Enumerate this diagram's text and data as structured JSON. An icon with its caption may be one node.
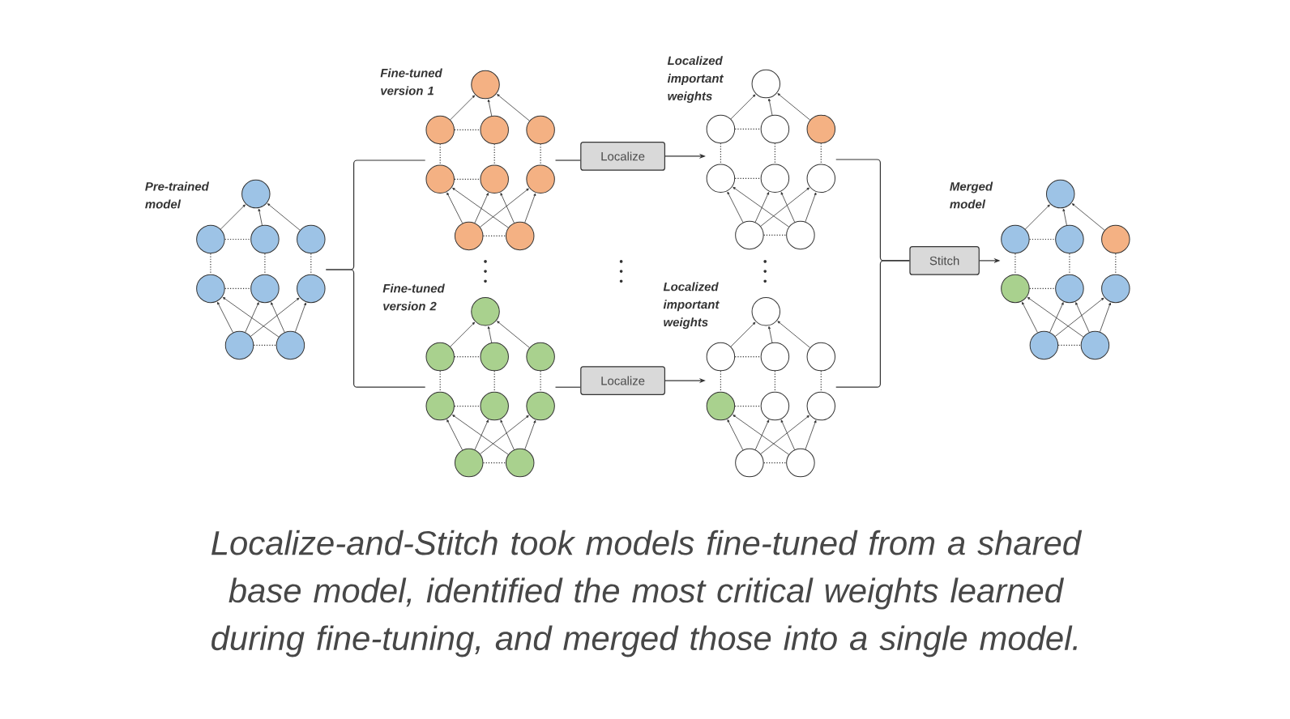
{
  "diagram": {
    "caption": "Localize-and-Stitch took models fine-tuned from a shared base model, identified the most critical weights learned during fine-tuning, and merged those into a single model.",
    "nodes": [
      {
        "text": [
          "Pre-trained model"
        ]
      },
      {
        "text": [
          "Fine-tuned version 1"
        ]
      },
      {
        "text": [
          "Localize"
        ]
      },
      {
        "text": [
          "Localized important weights"
        ]
      },
      {
        "text": [
          "Fine-tuned version 2"
        ]
      },
      {
        "text": [
          "Localize"
        ]
      },
      {
        "text": [
          "Localized important weights"
        ]
      },
      {
        "text": [
          "Stitch"
        ]
      },
      {
        "text": [
          "Merged model"
        ]
      }
    ],
    "edges": [
      {
        "from": 0,
        "to": 1,
        "arrow": "none"
      },
      {
        "from": 0,
        "to": 4,
        "arrow": "none"
      },
      {
        "from": 1,
        "to": 2,
        "arrow": "none"
      },
      {
        "from": 2,
        "to": 3,
        "arrow": "to"
      },
      {
        "from": 4,
        "to": 5,
        "arrow": "none"
      },
      {
        "from": 5,
        "to": 6,
        "arrow": "to"
      },
      {
        "from": 3,
        "to": 7,
        "arrow": "none"
      },
      {
        "from": 6,
        "to": 7,
        "arrow": "none"
      },
      {
        "from": 7,
        "to": 8,
        "arrow": "to"
      }
    ]
  }
}
